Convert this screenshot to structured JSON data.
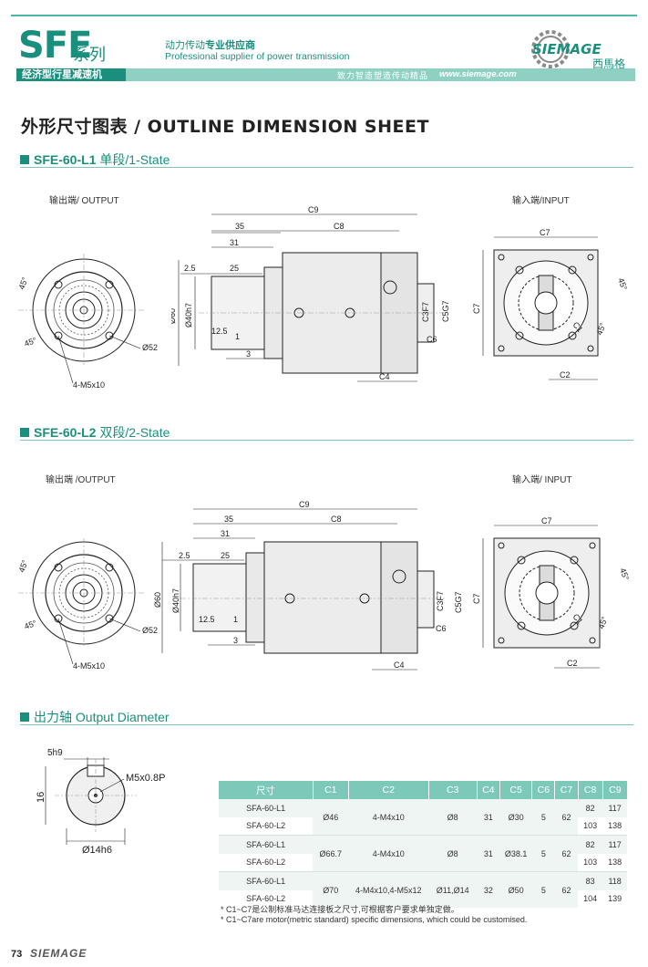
{
  "header": {
    "series": "SFE",
    "series_suffix": "系列",
    "supplier_cn_a": "动力传动",
    "supplier_cn_b": "专业供应商",
    "supplier_en": "Professional supplier of power transmission",
    "category": "经济型行星减速机",
    "slogan": "致力智造塑造传动精品",
    "url": "www.siemage.com",
    "logo_text": "SIEMAGE",
    "logo_cn": "西馬格"
  },
  "page_title": "外形尺寸图表 / OUTLINE DIMENSION SHEET",
  "section1": {
    "model": "SFE-60-L1",
    "stage": "单段/1-State",
    "output_label": "输出端/ OUTPUT",
    "input_label": "输入端/INPUT"
  },
  "section2": {
    "model": "SFE-60-L2",
    "stage": "双段/2-State",
    "output_label": "输出端 /OUTPUT",
    "input_label": "输入端/ INPUT"
  },
  "dims": {
    "c9": "C9",
    "c8": "C8",
    "c7": "C7",
    "c6": "C6",
    "c4": "C4",
    "c2": "C2",
    "c1": "C1",
    "c3": "C3F7",
    "c5": "C5G7",
    "d35": "35",
    "d31": "31",
    "d25": "25",
    "d2_5": "2.5",
    "d12_5": "12.5",
    "d1": "1",
    "d3": "3",
    "phi60": "Ø60",
    "phi40": "Ø40h7",
    "phi52": "Ø52",
    "m5": "4-M5x10",
    "a45": "45°"
  },
  "section3": {
    "title": "出力轴 Output Diameter",
    "key": "5h9",
    "thread": "M5x0.8P",
    "height": "16",
    "diameter": "Ø14h6"
  },
  "table": {
    "headers": [
      "尺寸",
      "C1",
      "C2",
      "C3",
      "C4",
      "C5",
      "C6",
      "C7",
      "C8",
      "C9"
    ],
    "groups": [
      {
        "models": [
          "SFA-60-L1",
          "SFA-60-L2"
        ],
        "c1": "Ø46",
        "c2": "4-M4x10",
        "c3": "Ø8",
        "c4": "31",
        "c5": "Ø30",
        "c6": "5",
        "c7": "62",
        "c8": [
          "82",
          "103"
        ],
        "c9": [
          "117",
          "138"
        ]
      },
      {
        "models": [
          "SFA-60-L1",
          "SFA-60-L2"
        ],
        "c1": "Ø66.7",
        "c2": "4-M4x10",
        "c3": "Ø8",
        "c4": "31",
        "c5": "Ø38.1",
        "c6": "5",
        "c7": "62",
        "c8": [
          "82",
          "103"
        ],
        "c9": [
          "117",
          "138"
        ]
      },
      {
        "models": [
          "SFA-60-L1",
          "SFA-60-L2"
        ],
        "c1": "Ø70",
        "c2": "4-M4x10,4-M5x12",
        "c3": "Ø11,Ø14",
        "c4": "32",
        "c5": "Ø50",
        "c6": "5",
        "c7": "62",
        "c8": [
          "83",
          "104"
        ],
        "c9": [
          "118",
          "139"
        ]
      }
    ]
  },
  "notes": [
    "* C1~C7是公制标准马达连接板之尺寸,可根据客户要求单独定做。",
    "* C1~C7are motor(metric standard)  specific dimensions, which could be customised."
  ],
  "footer": {
    "page": "73",
    "brand": "SIEMAGE"
  }
}
